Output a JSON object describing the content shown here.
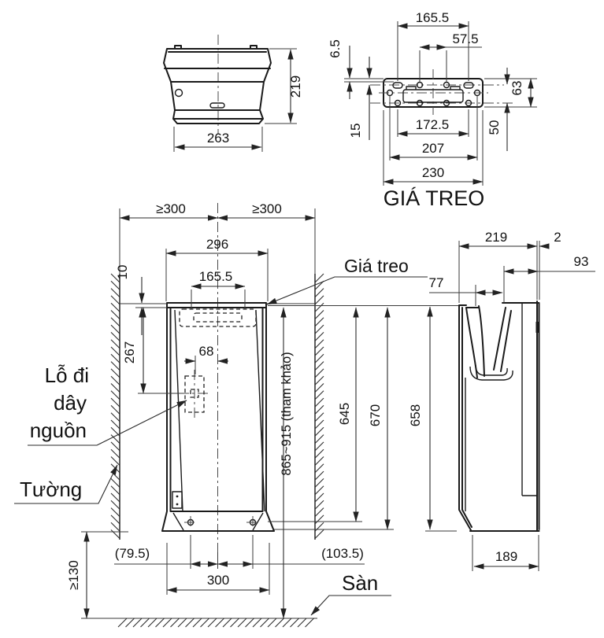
{
  "top_view": {
    "d263": "263",
    "d219": "219"
  },
  "bracket_view": {
    "title": "GIÁ TREO",
    "d165": "165.5",
    "d57": "57.5",
    "d6": "6.5",
    "d15": "15",
    "d172": "172.5",
    "d207": "207",
    "d230": "230",
    "d63": "63",
    "d50": "50"
  },
  "front_view": {
    "clearance_left": "≥300",
    "clearance_right": "≥300",
    "d296": "296",
    "d165": "165.5",
    "d10": "10",
    "d267": "267",
    "d68": "68",
    "d865": "865~915 (tham khảo)",
    "d645": "645",
    "d670": "670",
    "d79": "(79.5)",
    "d103": "(103.5)",
    "d300": "300",
    "d130": "≥130"
  },
  "labels": {
    "gia_treo": "Giá treo",
    "lo_line1": "Lỗ đi",
    "lo_line2": "dây",
    "lo_line3": "nguồn",
    "tuong": "Tường",
    "san": "Sàn"
  },
  "side_view": {
    "d219": "219",
    "d2": "2",
    "d93": "93",
    "d77": "77",
    "d658": "658",
    "d189": "189"
  }
}
